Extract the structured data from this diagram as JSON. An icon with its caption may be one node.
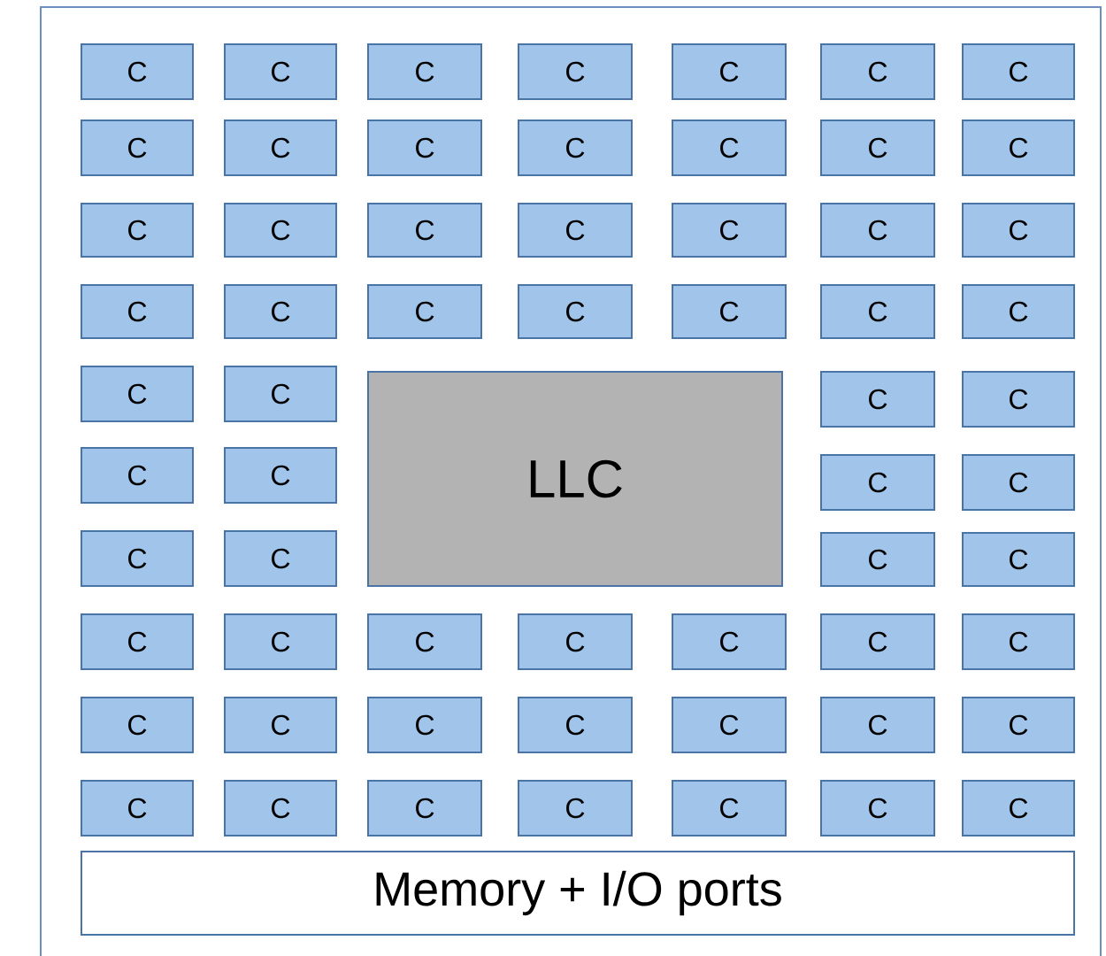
{
  "diagram": {
    "nodes": [
      {
        "text": [],
        "shape": "box"
      },
      {
        "text": [
          "C"
        ],
        "in": 0
      },
      {
        "text": [
          "C"
        ],
        "in": 0
      },
      {
        "text": [
          "C"
        ],
        "in": 0
      },
      {
        "text": [
          "C"
        ],
        "in": 0
      },
      {
        "text": [
          "C"
        ],
        "in": 0
      },
      {
        "text": [
          "C"
        ],
        "in": 0
      },
      {
        "text": [
          "C"
        ],
        "in": 0
      },
      {
        "text": [
          "C"
        ],
        "in": 0
      },
      {
        "text": [
          "C"
        ],
        "in": 0
      },
      {
        "text": [
          "C"
        ],
        "in": 0
      },
      {
        "text": [
          "C"
        ],
        "in": 0
      },
      {
        "text": [
          "C"
        ],
        "in": 0
      },
      {
        "text": [
          "C"
        ],
        "in": 0
      },
      {
        "text": [
          "C"
        ],
        "in": 0
      },
      {
        "text": [
          "C"
        ],
        "in": 0
      },
      {
        "text": [
          "C"
        ],
        "in": 0
      },
      {
        "text": [
          "C"
        ],
        "in": 0
      },
      {
        "text": [
          "C"
        ],
        "in": 0
      },
      {
        "text": [
          "C"
        ],
        "in": 0
      },
      {
        "text": [
          "C"
        ],
        "in": 0
      },
      {
        "text": [
          "C"
        ],
        "in": 0
      },
      {
        "text": [
          "C"
        ],
        "in": 0
      },
      {
        "text": [
          "C"
        ],
        "in": 0
      },
      {
        "text": [
          "C"
        ],
        "in": 0
      },
      {
        "text": [
          "C"
        ],
        "in": 0
      },
      {
        "text": [
          "C"
        ],
        "in": 0
      },
      {
        "text": [
          "C"
        ],
        "in": 0
      },
      {
        "text": [
          "C"
        ],
        "in": 0
      },
      {
        "text": [
          "C"
        ],
        "in": 0
      },
      {
        "text": [
          "C"
        ],
        "in": 0
      },
      {
        "text": [
          "LLC"
        ],
        "in": 0
      },
      {
        "text": [
          "C"
        ],
        "in": 0
      },
      {
        "text": [
          "C"
        ],
        "in": 0
      },
      {
        "text": [
          "C"
        ],
        "in": 0
      },
      {
        "text": [
          "C"
        ],
        "in": 0
      },
      {
        "text": [
          "C"
        ],
        "in": 0
      },
      {
        "text": [
          "C"
        ],
        "in": 0
      },
      {
        "text": [
          "C"
        ],
        "in": 0
      },
      {
        "text": [
          "C"
        ],
        "in": 0
      },
      {
        "text": [
          "C"
        ],
        "in": 0
      },
      {
        "text": [
          "C"
        ],
        "in": 0
      },
      {
        "text": [
          "C"
        ],
        "in": 0
      },
      {
        "text": [
          "C"
        ],
        "in": 0
      },
      {
        "text": [
          "C"
        ],
        "in": 0
      },
      {
        "text": [
          "C"
        ],
        "in": 0
      },
      {
        "text": [
          "C"
        ],
        "in": 0
      },
      {
        "text": [
          "C"
        ],
        "in": 0
      },
      {
        "text": [
          "C"
        ],
        "in": 0
      },
      {
        "text": [
          "C"
        ],
        "in": 0
      },
      {
        "text": [
          "C"
        ],
        "in": 0
      },
      {
        "text": [
          "C"
        ],
        "in": 0
      },
      {
        "text": [
          "C"
        ],
        "in": 0
      },
      {
        "text": [
          "C"
        ],
        "in": 0
      },
      {
        "text": [
          "C"
        ],
        "in": 0
      },
      {
        "text": [
          "C"
        ],
        "in": 0
      },
      {
        "text": [
          "C"
        ],
        "in": 0
      },
      {
        "text": [
          "C"
        ],
        "in": 0
      },
      {
        "text": [
          "C"
        ],
        "in": 0
      },
      {
        "text": [
          "C"
        ],
        "in": 0
      },
      {
        "text": [
          "C"
        ],
        "in": 0
      },
      {
        "text": [
          "C"
        ],
        "in": 0
      },
      {
        "text": [
          "C"
        ],
        "in": 0
      },
      {
        "text": [
          "Memory + I/O ports"
        ],
        "in": 0
      }
    ]
  }
}
